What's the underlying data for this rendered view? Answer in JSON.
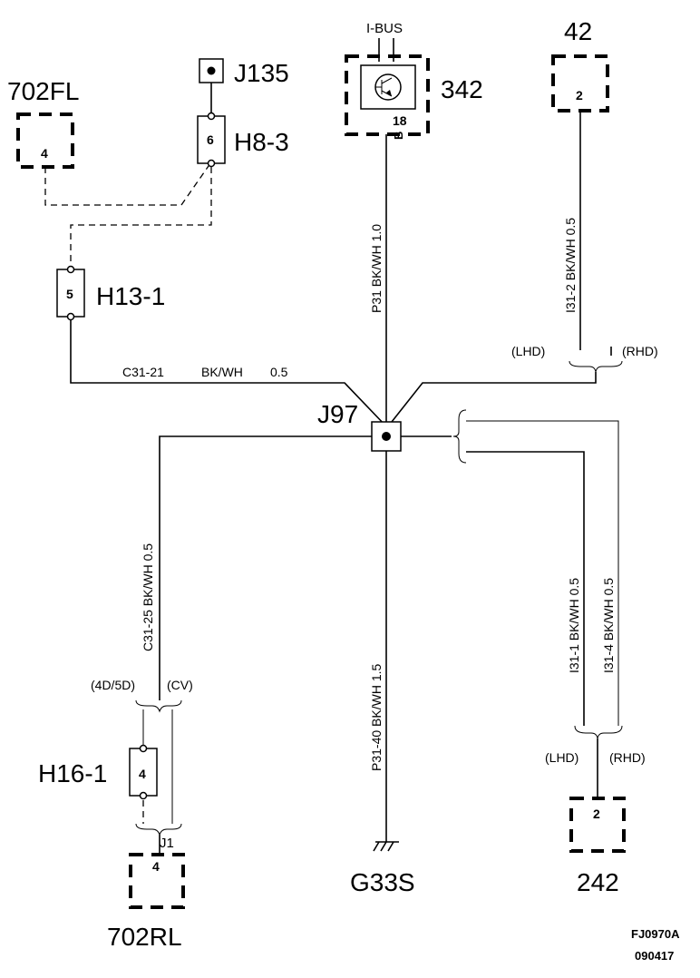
{
  "components": {
    "c702fl": "702FL",
    "c702fl_pin": "4",
    "j135": "J135",
    "h8_3": "H8-3",
    "h8_3_pin": "6",
    "h13_1": "H13-1",
    "h13_1_pin": "5",
    "ibus": "I-BUS",
    "c342": "342",
    "c342_pin": "18",
    "c342_pin_code": "B",
    "c42": "42",
    "c42_pin": "2",
    "j97": "J97",
    "h16_1": "H16-1",
    "h16_1_pin": "4",
    "j1": "J1",
    "c702rl": "702RL",
    "c702rl_pin": "4",
    "g33s": "G33S",
    "c242": "242",
    "c242_pin": "2"
  },
  "wires": {
    "c31_21_id": "C31-21",
    "c31_21_color": "BK/WH",
    "c31_21_size": "0.5",
    "p31": "P31   BK/WH   1.0",
    "i31_2": "I31-2     BK/WH   0.5",
    "c31_25": "C31-25      BK/WH    0.5",
    "p31_40": "P31-40   BK/WH   1.5",
    "i31_1": "I31-1    BK/WH   0.5",
    "i31_4": "I31-4    BK/WH   0.5"
  },
  "variants": {
    "lhd_top": "(LHD)",
    "rhd_top": "(RHD)",
    "v4d5d": "(4D/5D)",
    "vcv": "(CV)",
    "lhd_bottom": "(LHD)",
    "rhd_bottom": "(RHD)"
  },
  "footer": {
    "figure_code": "FJ0970A",
    "date_code": "090417"
  }
}
